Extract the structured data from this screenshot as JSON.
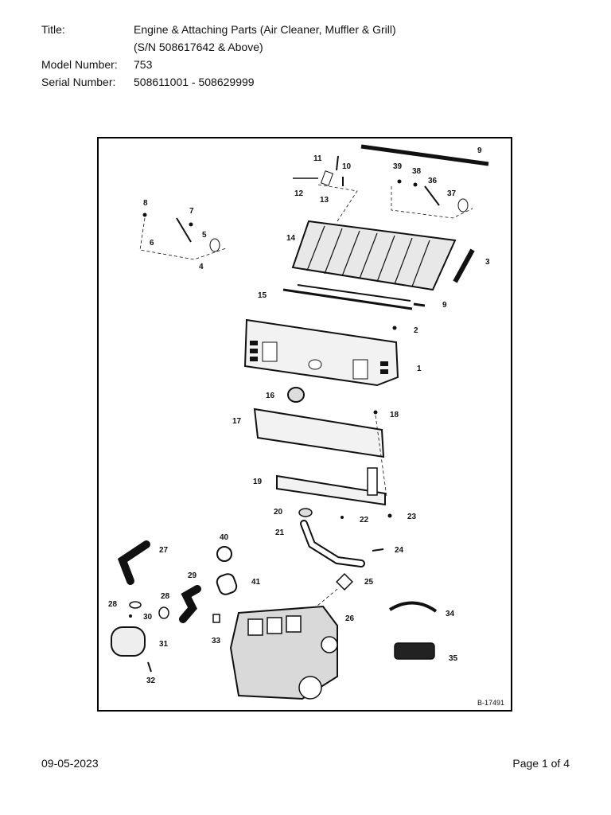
{
  "meta": {
    "title_label": "Title:",
    "title_line1": "Engine & Attaching Parts (Air Cleaner, Muffler & Grill)",
    "title_line2": "(S/N 508617642 & Above)",
    "model_label": "Model Number:",
    "model_value": "753",
    "serial_label": "Serial Number:",
    "serial_value": "508611001 - 508629999"
  },
  "figure": {
    "reference": "B-17491",
    "callouts": [
      "1",
      "2",
      "3",
      "4",
      "5",
      "6",
      "7",
      "8",
      "9",
      "9",
      "10",
      "11",
      "12",
      "13",
      "14",
      "15",
      "16",
      "17",
      "18",
      "19",
      "20",
      "21",
      "22",
      "23",
      "24",
      "25",
      "26",
      "27",
      "28",
      "28",
      "29",
      "30",
      "31",
      "32",
      "33",
      "34",
      "35",
      "36",
      "37",
      "38",
      "39",
      "40",
      "41"
    ]
  },
  "footer": {
    "date": "09-05-2023",
    "page": "Page 1 of 4"
  }
}
